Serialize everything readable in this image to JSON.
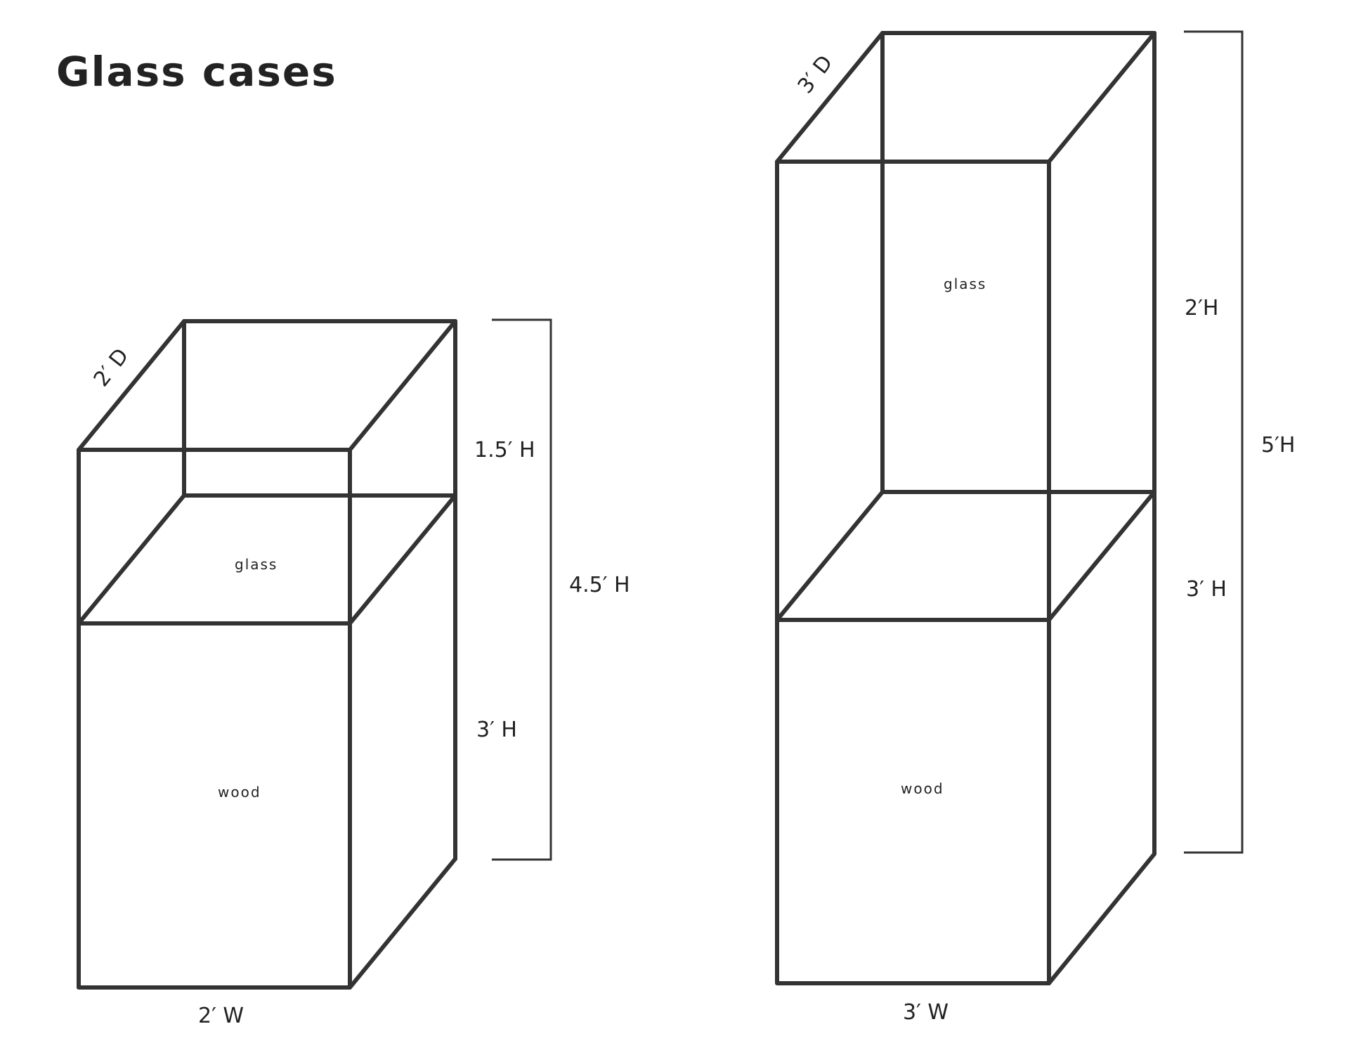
{
  "title": "Glass cases",
  "colors": {
    "line": "#333333",
    "text": "#222222",
    "background": "#ffffff"
  },
  "case_small": {
    "depth": "2′ D",
    "width": "2′ W",
    "glass_height": "1.5′ H",
    "wood_height": "3′ H",
    "total_height": "4.5′ H",
    "glass_label": "glass",
    "wood_label": "wood"
  },
  "case_large": {
    "depth": "3′ D",
    "width": "3′ W",
    "glass_height": "2′H",
    "wood_height": "3′ H",
    "total_height": "5′H",
    "glass_label": "glass",
    "wood_label": "wood"
  }
}
